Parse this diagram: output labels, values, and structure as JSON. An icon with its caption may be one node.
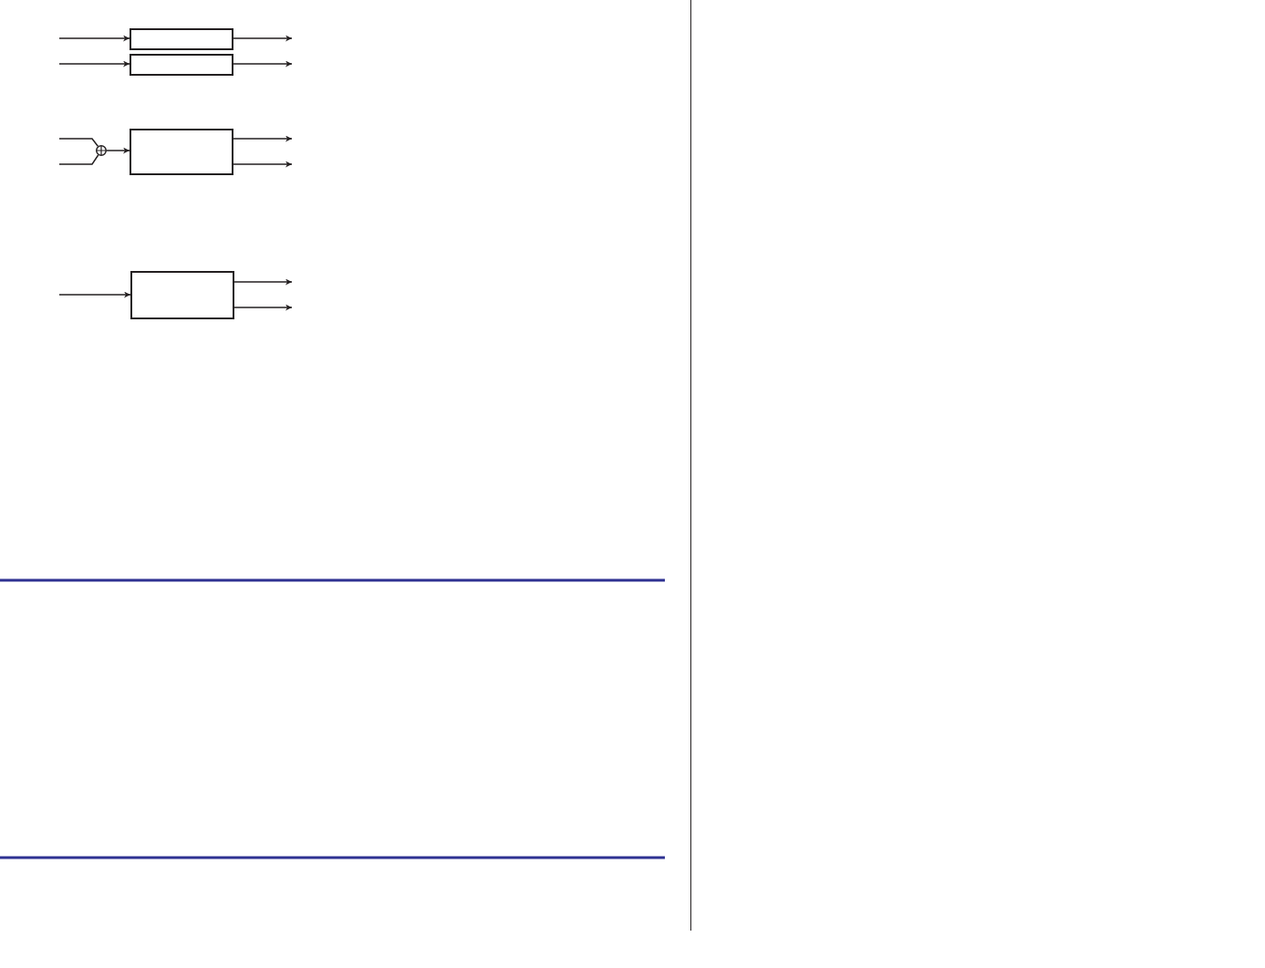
{
  "diagram": {
    "nodes": [
      {
        "text": [],
        "shape": "box"
      },
      {
        "text": [],
        "shape": "box"
      },
      {
        "text": [],
        "shape": "circle"
      },
      {
        "text": [],
        "shape": "box"
      },
      {
        "text": [],
        "shape": "box"
      }
    ],
    "edges": [
      {
        "from": null,
        "to": 0,
        "arrow": "to"
      },
      {
        "from": 0,
        "to": null,
        "arrow": "to"
      },
      {
        "from": null,
        "to": 1,
        "arrow": "to"
      },
      {
        "from": 1,
        "to": null,
        "arrow": "to"
      },
      {
        "from": null,
        "to": 2,
        "arrow": "none"
      },
      {
        "from": null,
        "to": 2,
        "arrow": "none"
      },
      {
        "from": 2,
        "to": 3,
        "arrow": "to"
      },
      {
        "from": 3,
        "to": null,
        "arrow": "to"
      },
      {
        "from": 3,
        "to": null,
        "arrow": "to"
      },
      {
        "from": null,
        "to": 4,
        "arrow": "to"
      },
      {
        "from": 4,
        "to": null,
        "arrow": "to"
      },
      {
        "from": 4,
        "to": null,
        "arrow": "to"
      }
    ]
  }
}
